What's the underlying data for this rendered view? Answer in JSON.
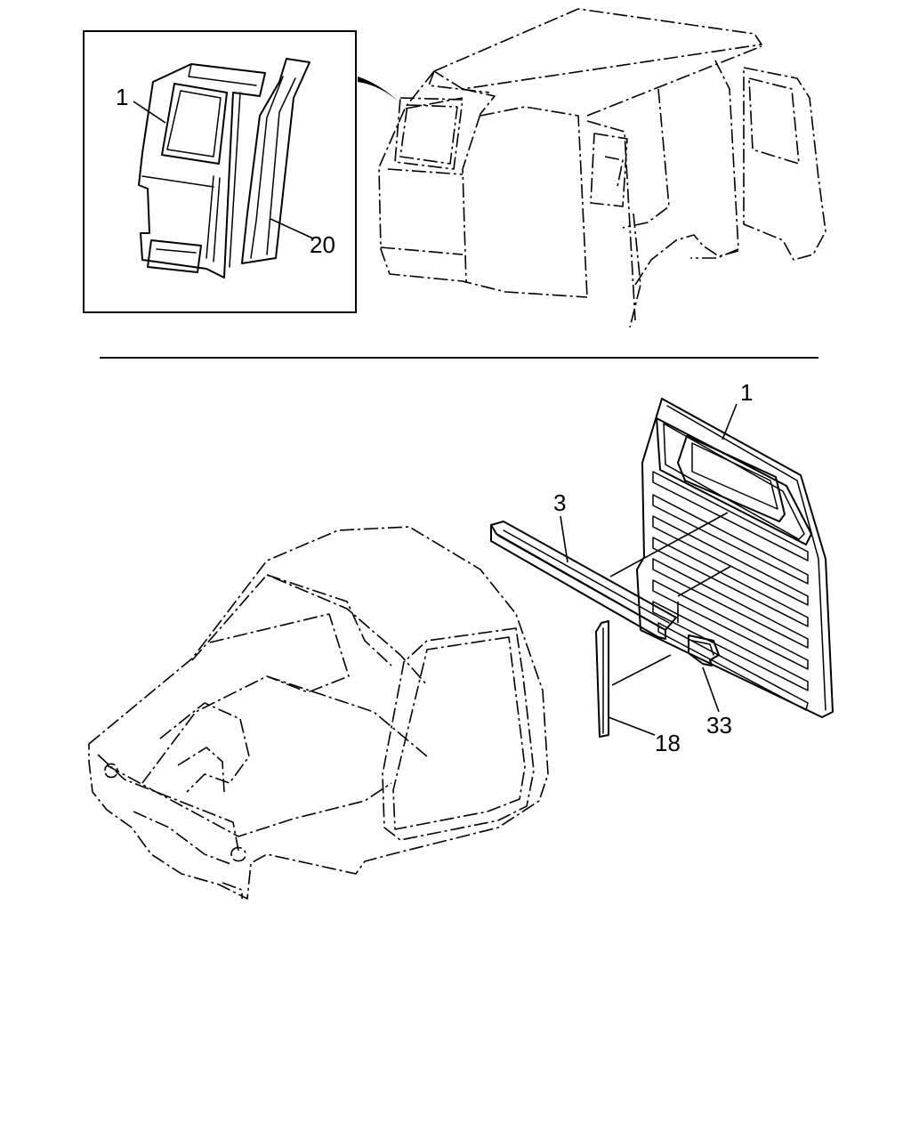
{
  "callouts": {
    "inset_panel": "1",
    "inset_pillar": "20",
    "back_panel": "1",
    "rail": "3",
    "bracket": "33",
    "strip": "18"
  }
}
